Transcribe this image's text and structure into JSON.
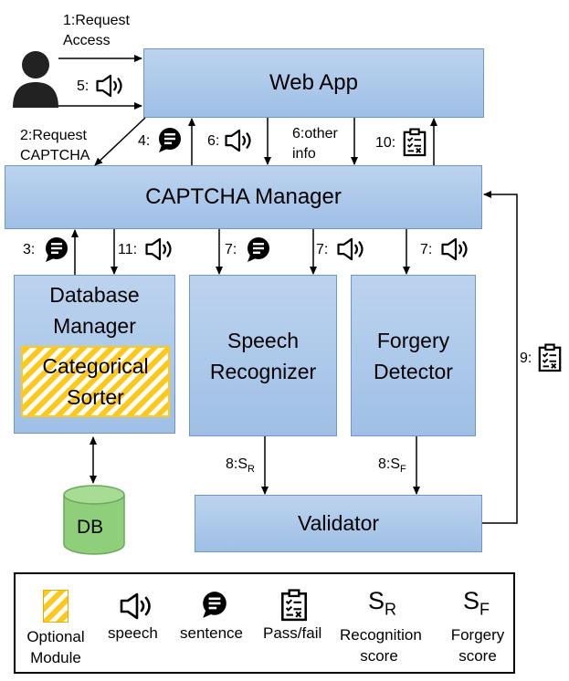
{
  "diagram": {
    "nodes": {
      "web_app": "Web App",
      "captcha_manager": "CAPTCHA Manager",
      "database_manager": "Database Manager",
      "categorical_sorter": "Categorical Sorter",
      "speech_recognizer": "Speech Recognizer",
      "forgery_detector": "Forgery Detector",
      "validator": "Validator",
      "db": "DB"
    },
    "edges": {
      "e1": "1:Request Access",
      "e2": "2:Request CAPTCHA",
      "e3": "3:",
      "e4": "4:",
      "e5": "5:",
      "e6": "6:",
      "e6b": "6:other info",
      "e7a": "7:",
      "e7b": "7:",
      "e7c": "7:",
      "e8r": "8:S",
      "e8r_sub": "R",
      "e8f": "8:S",
      "e8f_sub": "F",
      "e9": "9:",
      "e10": "10:",
      "e11": "11:"
    },
    "legend": {
      "optional": "Optional Module",
      "speech": "speech",
      "sentence": "sentence",
      "passfail": "Pass/fail",
      "sr": "S",
      "sr_sub": "R",
      "sr_label": "Recognition score",
      "sf": "S",
      "sf_sub": "F",
      "sf_label": "Forgery score"
    },
    "icons": {
      "user": "user-icon",
      "speech": "speaker-icon",
      "sentence": "chat-bubble-icon",
      "passfail": "clipboard-check-icon"
    },
    "colors": {
      "box_fill": "#a9c6ea",
      "box_border": "#6f95c9",
      "db_fill": "#8fcf7a",
      "hatch": "#ffc81c"
    }
  }
}
